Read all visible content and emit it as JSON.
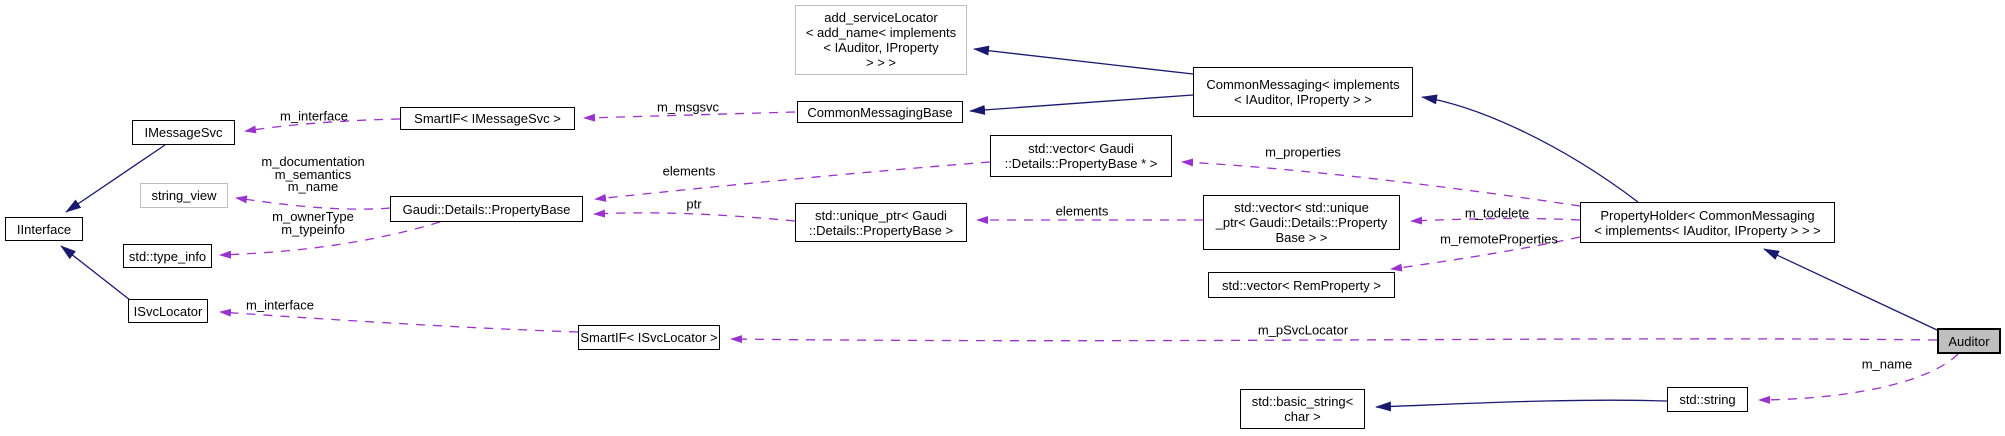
{
  "diagram": {
    "kind": "collaboration-graph",
    "colors": {
      "inheritance_edge": "#191970",
      "usage_edge": "#9a32cd",
      "node_border": "#000000",
      "faded_node_border": "#bfbfbf",
      "current_node_fill": "#bfbfbf",
      "background": "#ffffff"
    },
    "nodes": {
      "add_service_locator": {
        "lines": [
          "add_serviceLocator",
          "< add_name< implements",
          "< IAuditor, IProperty",
          "> > >"
        ]
      },
      "common_messaging": {
        "lines": [
          "CommonMessaging< implements",
          "< IAuditor, IProperty > >"
        ]
      },
      "common_messaging_base": {
        "lines": [
          "CommonMessagingBase"
        ]
      },
      "smartif_imessagesvc": {
        "lines": [
          "SmartIF< IMessageSvc >"
        ]
      },
      "imessagesvc": {
        "lines": [
          "IMessageSvc"
        ]
      },
      "iinterface": {
        "lines": [
          "IInterface"
        ]
      },
      "string_view": {
        "lines": [
          "string_view"
        ]
      },
      "property_base": {
        "lines": [
          "Gaudi::Details::PropertyBase"
        ]
      },
      "std_type_info": {
        "lines": [
          "std::type_info"
        ]
      },
      "isvclocator": {
        "lines": [
          "ISvcLocator"
        ]
      },
      "smartif_isvclocator": {
        "lines": [
          "SmartIF< ISvcLocator >"
        ]
      },
      "vector_property_base_ptr": {
        "lines": [
          "std::vector< Gaudi",
          "::Details::PropertyBase * >"
        ]
      },
      "unique_ptr_property_base": {
        "lines": [
          "std::unique_ptr< Gaudi",
          "::Details::PropertyBase >"
        ]
      },
      "vector_unique_ptr": {
        "lines": [
          "std::vector< std::unique",
          "_ptr< Gaudi::Details::Property",
          "Base > >"
        ]
      },
      "vector_rem_property": {
        "lines": [
          "std::vector< RemProperty >"
        ]
      },
      "property_holder": {
        "lines": [
          "PropertyHolder< CommonMessaging",
          "< implements< IAuditor, IProperty > > >"
        ]
      },
      "auditor": {
        "lines": [
          "Auditor"
        ]
      },
      "std_string": {
        "lines": [
          "std::string"
        ]
      },
      "std_basic_string": {
        "lines": [
          "std::basic_string<",
          "char >"
        ]
      }
    },
    "usage_edges": [
      {
        "from": "smartif_imessagesvc",
        "to": "imessagesvc",
        "labels": [
          "m_interface"
        ]
      },
      {
        "from": "common_messaging_base",
        "to": "smartif_imessagesvc",
        "labels": [
          "m_msgsvc"
        ]
      },
      {
        "from": "property_base",
        "to": "string_view",
        "labels": [
          "m_documentation",
          "m_semantics",
          "m_name"
        ]
      },
      {
        "from": "property_base",
        "to": "std_type_info",
        "labels": [
          "m_ownerType",
          "m_typeinfo"
        ]
      },
      {
        "from": "vector_property_base_ptr",
        "to": "property_base",
        "labels": [
          "elements"
        ]
      },
      {
        "from": "unique_ptr_property_base",
        "to": "property_base",
        "labels": [
          "ptr"
        ]
      },
      {
        "from": "vector_unique_ptr",
        "to": "unique_ptr_property_base",
        "labels": [
          "elements"
        ]
      },
      {
        "from": "property_holder",
        "to": "vector_property_base_ptr",
        "labels": [
          "m_properties"
        ]
      },
      {
        "from": "property_holder",
        "to": "vector_unique_ptr",
        "labels": [
          "m_todelete"
        ]
      },
      {
        "from": "property_holder",
        "to": "vector_rem_property",
        "labels": [
          "m_remoteProperties"
        ]
      },
      {
        "from": "smartif_isvclocator",
        "to": "isvclocator",
        "labels": [
          "m_interface"
        ]
      },
      {
        "from": "auditor",
        "to": "smartif_isvclocator",
        "labels": [
          "m_pSvcLocator"
        ]
      },
      {
        "from": "auditor",
        "to": "std_string",
        "labels": [
          "m_name"
        ]
      }
    ],
    "inheritance_edges": [
      {
        "from": "imessagesvc",
        "to": "iinterface"
      },
      {
        "from": "isvclocator",
        "to": "iinterface"
      },
      {
        "from": "common_messaging",
        "to": "add_service_locator"
      },
      {
        "from": "common_messaging",
        "to": "common_messaging_base"
      },
      {
        "from": "property_holder",
        "to": "common_messaging"
      },
      {
        "from": "auditor",
        "to": "property_holder"
      },
      {
        "from": "std_string",
        "to": "std_basic_string"
      }
    ]
  }
}
